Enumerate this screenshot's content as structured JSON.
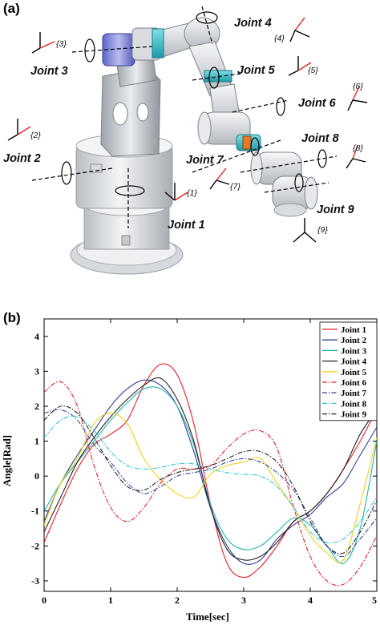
{
  "panel_a": {
    "label": "(a)",
    "joints": [
      {
        "label": "Joint 1",
        "frame": "{1}"
      },
      {
        "label": "Joint 2",
        "frame": "{2}"
      },
      {
        "label": "Joint 3",
        "frame": "{3}"
      },
      {
        "label": "Joint 4",
        "frame": "{4}"
      },
      {
        "label": "Joint 5",
        "frame": "{5}"
      },
      {
        "label": "Joint 6",
        "frame": "{6}"
      },
      {
        "label": "Joint 7",
        "frame": "{7}"
      },
      {
        "label": "Joint 8",
        "frame": "{8}"
      },
      {
        "label": "Joint 9",
        "frame": "{9}"
      }
    ]
  },
  "panel_b": {
    "label": "(b)"
  },
  "chart_data": {
    "type": "line",
    "xlabel": "Time[sec]",
    "ylabel": "Angle[Rad]",
    "xlim": [
      0,
      5
    ],
    "ylim": [
      -3.3,
      4.5
    ],
    "xticks": [
      0,
      1,
      2,
      3,
      4,
      5
    ],
    "yticks": [
      -3,
      -2,
      -1,
      0,
      1,
      2,
      3,
      4
    ],
    "legend_position": "top-right",
    "grid": false,
    "x": [
      0,
      0.25,
      0.5,
      0.75,
      1,
      1.25,
      1.5,
      1.75,
      2,
      2.25,
      2.5,
      2.75,
      3,
      3.25,
      3.5,
      3.75,
      4,
      4.25,
      4.5,
      4.75,
      5
    ],
    "series": [
      {
        "name": "Joint 1",
        "color": "#e8202a",
        "dash": "solid",
        "values": [
          -1.9,
          -0.8,
          0.2,
          0.9,
          1.2,
          1.6,
          2.6,
          3.2,
          2.9,
          1.5,
          -0.8,
          -2.5,
          -2.9,
          -2.6,
          -2.0,
          -1.3,
          -1.0,
          -0.5,
          0.2,
          1.0,
          1.9
        ]
      },
      {
        "name": "Joint 2",
        "color": "#2e3f8f",
        "dash": "solid",
        "values": [
          -1.3,
          -0.2,
          0.6,
          1.3,
          2.0,
          2.5,
          2.75,
          2.6,
          2.0,
          0.7,
          -0.9,
          -2.0,
          -2.5,
          -2.4,
          -1.8,
          -1.4,
          -1.1,
          -0.6,
          -0.2,
          0.6,
          1.4
        ]
      },
      {
        "name": "Joint 3",
        "color": "#1fb5a8",
        "dash": "solid",
        "values": [
          -1.0,
          -0.2,
          0.4,
          1.0,
          1.6,
          2.1,
          2.5,
          2.5,
          2.0,
          0.9,
          -0.8,
          -1.8,
          -2.1,
          -2.0,
          -1.6,
          -1.2,
          -1.4,
          -2.0,
          -2.5,
          -1.5,
          1.0
        ]
      },
      {
        "name": "Joint 4",
        "color": "#222222",
        "dash": "solid",
        "values": [
          -1.6,
          -0.6,
          0.4,
          1.1,
          1.7,
          2.2,
          2.6,
          2.8,
          2.2,
          1.0,
          -0.9,
          -2.1,
          -2.4,
          -2.3,
          -1.9,
          -1.3,
          -1.0,
          -0.5,
          0.2,
          1.2,
          1.9
        ]
      },
      {
        "name": "Joint 5",
        "color": "#f2d21a",
        "dash": "solid",
        "values": [
          -1.4,
          -0.2,
          0.5,
          1.5,
          1.8,
          1.5,
          0.5,
          -0.1,
          -0.5,
          -0.6,
          0.05,
          0.3,
          0.4,
          0.5,
          -0.2,
          -0.9,
          -1.7,
          -2.2,
          -2.4,
          -0.8,
          1.1
        ]
      },
      {
        "name": "Joint 6",
        "color": "#e8202a",
        "dash": "dashdot",
        "values": [
          2.4,
          2.7,
          2.0,
          0.3,
          -0.9,
          -1.3,
          -0.9,
          -0.2,
          0.2,
          0.2,
          0.3,
          0.8,
          1.2,
          1.3,
          0.8,
          -0.9,
          -2.3,
          -3.0,
          -3.1,
          -2.6,
          -1.7
        ]
      },
      {
        "name": "Joint 7",
        "color": "#3a4aa0",
        "dash": "dashdot",
        "values": [
          1.8,
          1.9,
          1.6,
          0.9,
          0.4,
          -0.2,
          -0.5,
          -0.3,
          0.0,
          0.1,
          0.2,
          0.4,
          0.5,
          0.4,
          0.1,
          -0.4,
          -1.2,
          -2.0,
          -2.3,
          -1.8,
          -1.2
        ]
      },
      {
        "name": "Joint 8",
        "color": "#33c4d8",
        "dash": "dashdot",
        "values": [
          1.1,
          1.6,
          1.7,
          1.3,
          0.7,
          0.3,
          0.2,
          0.25,
          0.35,
          0.35,
          0.2,
          0.1,
          0.05,
          0.0,
          -0.3,
          -0.9,
          -1.6,
          -1.9,
          -1.8,
          -1.3,
          -0.6
        ]
      },
      {
        "name": "Joint 9",
        "color": "#222222",
        "dash": "dashdot",
        "values": [
          1.6,
          2.0,
          1.8,
          1.1,
          0.3,
          -0.3,
          -0.4,
          -0.1,
          0.1,
          0.2,
          0.3,
          0.5,
          0.7,
          0.7,
          0.4,
          -0.3,
          -1.3,
          -2.0,
          -2.2,
          -1.6,
          -0.7
        ]
      }
    ]
  }
}
